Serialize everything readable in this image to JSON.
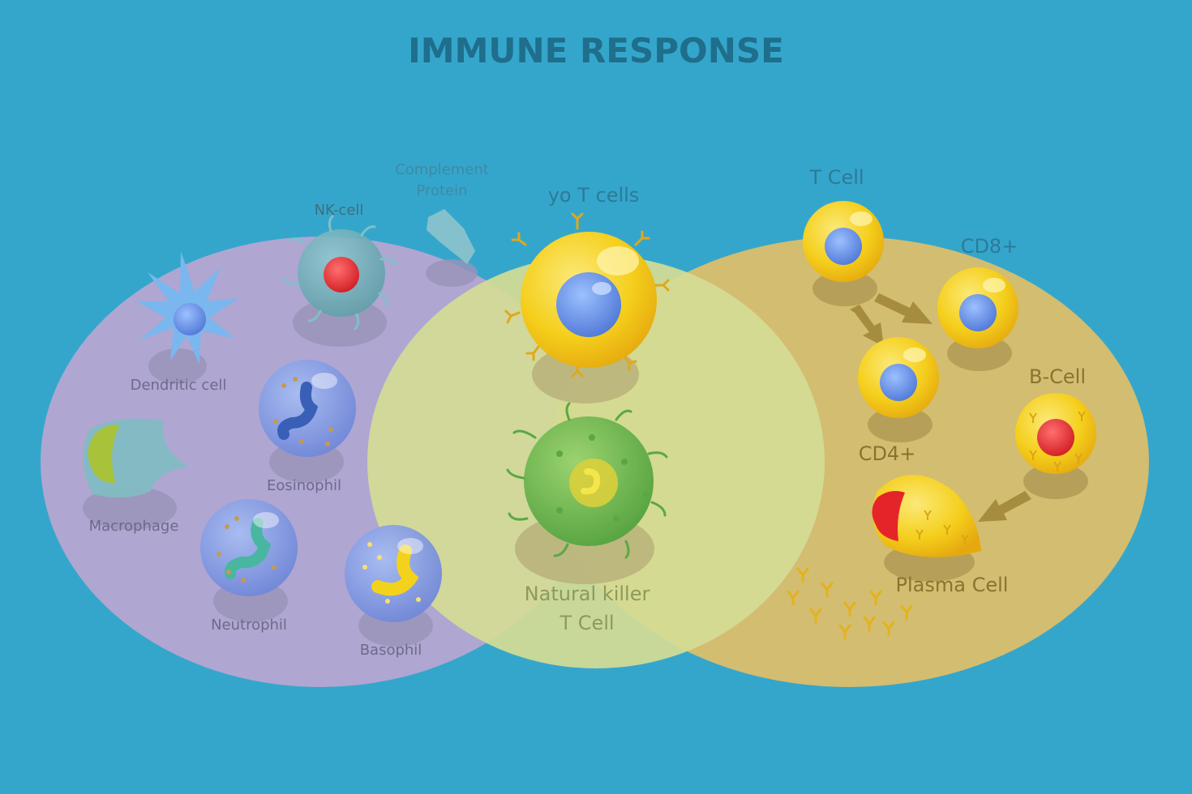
{
  "title": "IMMUNE RESPONSE",
  "colors": {
    "background": "#35a6cb",
    "title": "#1e6e8c",
    "innate_region": "#afa6d2",
    "adaptive_region": "#d3bd70",
    "overlap_region": "#d4dc95",
    "cell_yellow": "#f6d21f",
    "nucleus_blue": "#5c8be0",
    "nucleus_red": "#e5242a",
    "label_left": "#6e6a8a",
    "label_right": "#8a7230",
    "label_mid": "#8f9a58"
  },
  "labels": {
    "complement_line1": "Complement",
    "complement_line2": "Protein",
    "nk_cell": "NK-cell",
    "dendritic": "Dendritic cell",
    "eosinophil": "Eosinophil",
    "macrophage": "Macrophage",
    "neutrophil": "Neutrophil",
    "basophil": "Basophil",
    "yd_t_cells": "yo T cells",
    "nk_t_line1": "Natural killer",
    "nk_t_line2": "T Cell",
    "t_cell": "T Cell",
    "cd8": "CD8+",
    "cd4": "CD4+",
    "b_cell": "B-Cell",
    "plasma_cell": "Plasma Cell"
  }
}
